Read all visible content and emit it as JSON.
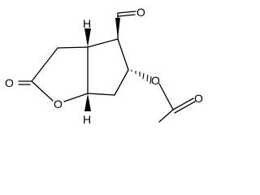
{
  "molecule": {
    "atom_labels": {
      "lactone_carbonyl_o": "O",
      "ring_o": "O",
      "aldehyde_o": "O",
      "ester_o": "O",
      "acetyl_carbonyl_o": "O",
      "h_top": "H",
      "h_bottom": "H"
    }
  }
}
